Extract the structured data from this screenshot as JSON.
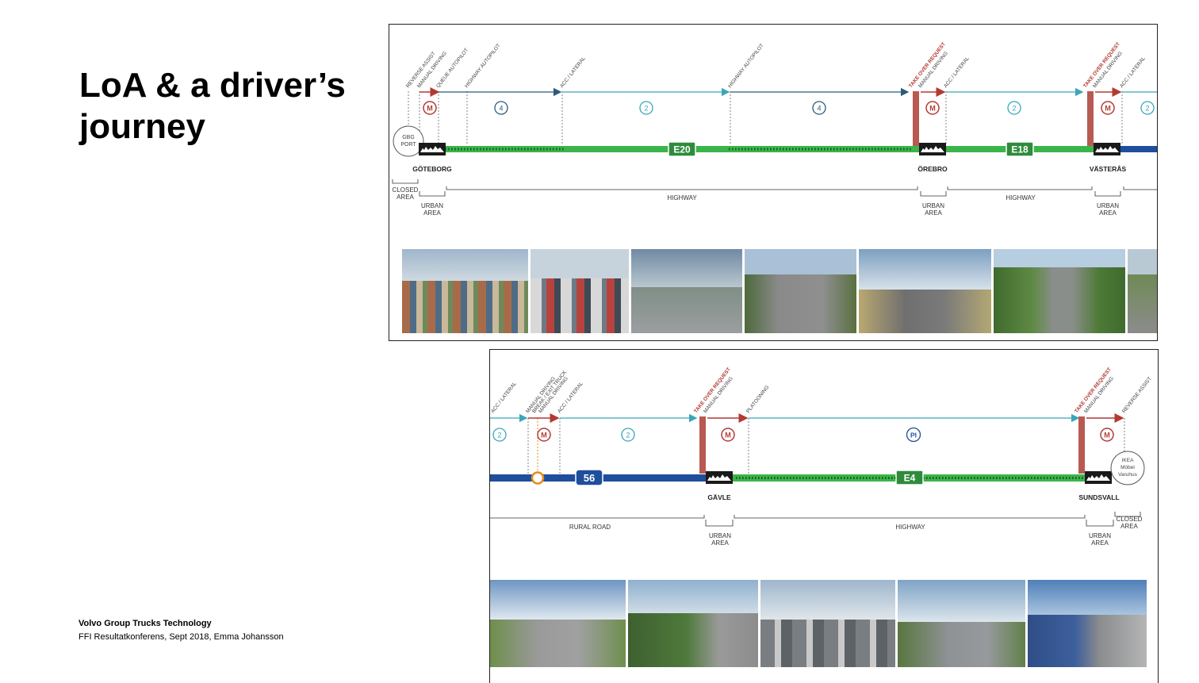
{
  "slide": {
    "title_line1": "LoA & a driver’s",
    "title_line2": "journey",
    "footer_org": "Volvo Group Trucks Technology",
    "footer_event": "FFI Resultatkonferens, Sept 2018, Emma Johansson"
  },
  "colors": {
    "manual": "#b23a33",
    "automated": "#3aa6b8",
    "highway": "#3bb54a",
    "rural_road": "#1f4e9c",
    "label_text": "#444444"
  },
  "panel1": {
    "markers": [
      {
        "label": "REVERSE ASSIST",
        "type": "normal"
      },
      {
        "label": "MANUAL DRIVING",
        "type": "normal"
      },
      {
        "label": "QUEUE AUTOPILOT",
        "type": "normal"
      },
      {
        "label": "HIGHWAY AUTOPILOT",
        "type": "normal"
      },
      {
        "label": "ACC / LATERAL",
        "type": "normal"
      },
      {
        "label": "HIGHWAY AUTOPILOT",
        "type": "normal"
      },
      {
        "label": "TAKE OVER REQUEST",
        "type": "alert"
      },
      {
        "label": "MANUAL DRIVING",
        "type": "normal"
      },
      {
        "label": "ACC / LATERAL",
        "type": "normal"
      },
      {
        "label": "TAKE OVER REQUEST",
        "type": "alert"
      },
      {
        "label": "MANUAL DRIVING",
        "type": "normal"
      },
      {
        "label": "ACC / LATERAL",
        "type": "normal"
      }
    ],
    "levels": [
      "M",
      "4",
      "2",
      "4",
      "M",
      "2",
      "M",
      "2"
    ],
    "start_place": [
      "GBG",
      "PORT"
    ],
    "road_signs": [
      "E20",
      "E18"
    ],
    "cities": [
      "GÖTEBORG",
      "ÖREBRO",
      "VÄSTERÅS"
    ],
    "areas": [
      [
        "CLOSED",
        "AREA"
      ],
      [
        "URBAN",
        "AREA"
      ],
      [
        "HIGHWAY"
      ],
      [
        "URBAN",
        "AREA"
      ],
      [
        "HIGHWAY"
      ],
      [
        "URBAN",
        "AREA"
      ]
    ]
  },
  "panel2": {
    "markers": [
      {
        "label": "ACC / LATERAL",
        "type": "normal"
      },
      {
        "label": "MANUAL DRIVING",
        "type": "normal"
      },
      {
        "label": "BREAK / EXIT TRUCK",
        "type": "normal"
      },
      {
        "label": "MANUAL DRIVING",
        "type": "normal"
      },
      {
        "label": "ACC / LATERAL",
        "type": "normal"
      },
      {
        "label": "TAKE OVER REQUEST",
        "type": "alert"
      },
      {
        "label": "MANUAL DRIVING",
        "type": "normal"
      },
      {
        "label": "PLATOONING",
        "type": "normal"
      },
      {
        "label": "TAKE OVER REQUEST",
        "type": "alert"
      },
      {
        "label": "MANUAL DRIVING",
        "type": "normal"
      },
      {
        "label": "REVERSE ASSIST",
        "type": "normal"
      }
    ],
    "levels": [
      "2",
      "M",
      "2",
      "M",
      "PI",
      "M"
    ],
    "end_place": [
      "IKEA",
      "Möbel",
      "Varuhus"
    ],
    "road_signs": [
      "56",
      "E4"
    ],
    "cities": [
      "GÄVLE",
      "SUNDSVALL"
    ],
    "areas": [
      [
        "RURAL ROAD"
      ],
      [
        "URBAN",
        "AREA"
      ],
      [
        "HIGHWAY"
      ],
      [
        "URBAN",
        "AREA"
      ],
      [
        "CLOSED",
        "AREA"
      ]
    ]
  },
  "photos_row1": [
    "container-port-photo",
    "traffic-queue-photo",
    "highway-merge-photo",
    "highway-trucks-photo",
    "open-highway-photo",
    "forest-highway-photo",
    "partial-photo"
  ],
  "photos_row2": [
    "rural-road-photo",
    "mountain-road-photo",
    "truck-stop-photo",
    "highway-exit-photo",
    "ikea-store-photo"
  ]
}
